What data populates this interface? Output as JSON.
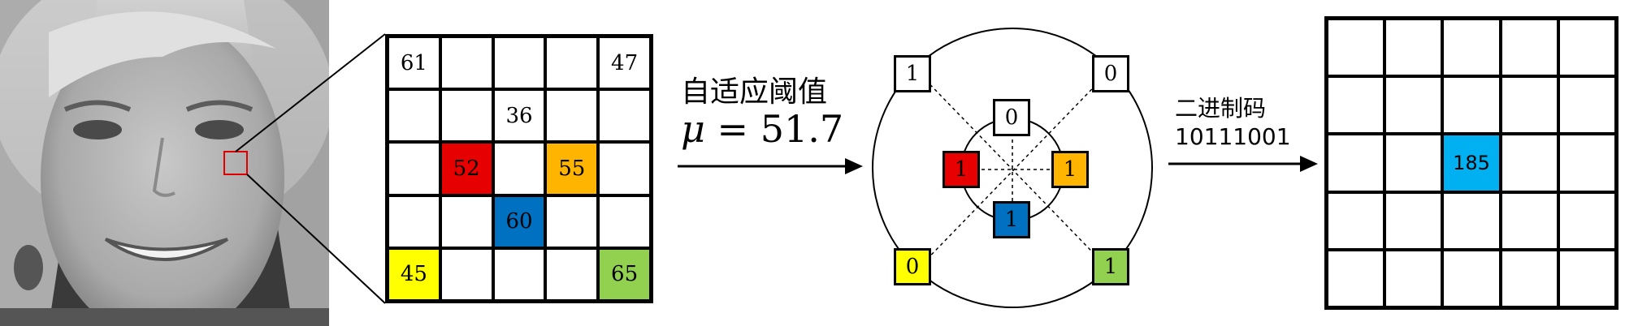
{
  "colors": {
    "red": "#e60000",
    "orange": "#ffb400",
    "blue": "#0070c0",
    "yellow": "#ffff00",
    "green": "#92d050",
    "cyan": "#00b0f0",
    "highlight_box": "#e00000"
  },
  "patch_grid": {
    "rows": [
      [
        {
          "v": "61"
        },
        {
          "v": ""
        },
        {
          "v": ""
        },
        {
          "v": ""
        },
        {
          "v": "47"
        }
      ],
      [
        {
          "v": ""
        },
        {
          "v": ""
        },
        {
          "v": "36"
        },
        {
          "v": ""
        },
        {
          "v": ""
        }
      ],
      [
        {
          "v": ""
        },
        {
          "v": "52",
          "color": "red"
        },
        {
          "v": ""
        },
        {
          "v": "55",
          "color": "orange"
        },
        {
          "v": ""
        }
      ],
      [
        {
          "v": ""
        },
        {
          "v": ""
        },
        {
          "v": "60",
          "color": "blue"
        },
        {
          "v": ""
        },
        {
          "v": ""
        }
      ],
      [
        {
          "v": "45",
          "color": "yellow"
        },
        {
          "v": ""
        },
        {
          "v": ""
        },
        {
          "v": ""
        },
        {
          "v": "65",
          "color": "green"
        }
      ]
    ]
  },
  "threshold": {
    "label": "自适应阈值",
    "symbol": "μ",
    "value": " = 51.7"
  },
  "neighbor_bits": {
    "outer_top_left": {
      "v": "1",
      "color": "white"
    },
    "outer_top_right": {
      "v": "0",
      "color": "white"
    },
    "inner_top": {
      "v": "0",
      "color": "white"
    },
    "inner_left": {
      "v": "1",
      "color": "red"
    },
    "inner_right": {
      "v": "1",
      "color": "orange"
    },
    "inner_bottom": {
      "v": "1",
      "color": "blue"
    },
    "outer_bottom_left": {
      "v": "0",
      "color": "yellow"
    },
    "outer_bottom_right": {
      "v": "1",
      "color": "green"
    }
  },
  "binary_code": {
    "label": "二进制码",
    "value": "10111001"
  },
  "result_grid": {
    "rows": [
      [
        {
          "v": ""
        },
        {
          "v": ""
        },
        {
          "v": ""
        },
        {
          "v": ""
        },
        {
          "v": ""
        }
      ],
      [
        {
          "v": ""
        },
        {
          "v": ""
        },
        {
          "v": ""
        },
        {
          "v": ""
        },
        {
          "v": ""
        }
      ],
      [
        {
          "v": ""
        },
        {
          "v": ""
        },
        {
          "v": "185",
          "color": "cyan"
        },
        {
          "v": ""
        },
        {
          "v": ""
        }
      ],
      [
        {
          "v": ""
        },
        {
          "v": ""
        },
        {
          "v": ""
        },
        {
          "v": ""
        },
        {
          "v": ""
        }
      ],
      [
        {
          "v": ""
        },
        {
          "v": ""
        },
        {
          "v": ""
        },
        {
          "v": ""
        },
        {
          "v": ""
        }
      ]
    ]
  }
}
